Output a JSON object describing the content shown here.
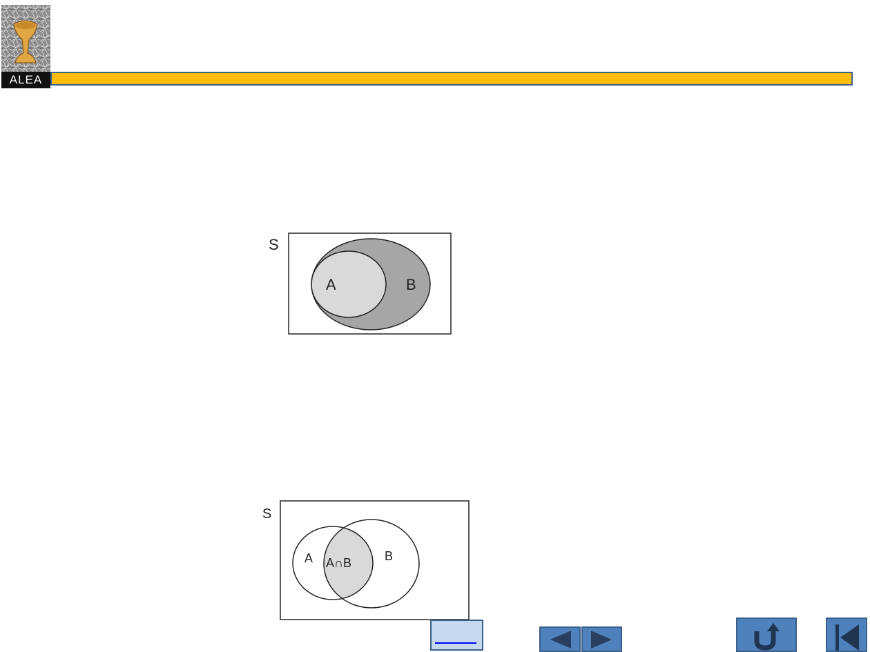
{
  "header": {
    "logo_label": "ALEA",
    "bar_color": "#fbbd0b"
  },
  "diagram_subset": {
    "universe_label": "S",
    "set_a_label": "A",
    "set_b_label": "B"
  },
  "diagram_intersection": {
    "universe_label": "S",
    "set_a_label": "A",
    "intersection_label": "A∩B",
    "set_b_label": "B"
  },
  "navigation": {
    "link_button_icon": "link-underline",
    "previous_icon": "triangle-left-icon",
    "next_icon": "triangle-right-icon",
    "return_icon": "u-turn-arrow-icon",
    "first_icon": "skip-to-start-icon",
    "accent_color": "#4f81bd"
  }
}
